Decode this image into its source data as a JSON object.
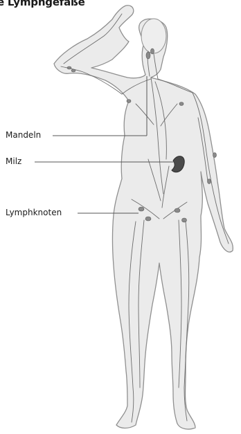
{
  "diagram": {
    "title": "ie Lymphgefäße",
    "labels": {
      "tonsils": "Mandeln",
      "spleen": "Milz",
      "lymph_nodes": "Lymphknoten"
    }
  },
  "colors": {
    "outline": "#8f8f8f",
    "skin": "#e9e9e9",
    "vessels": "#6c6c6c",
    "spleen": "#4a4a4a",
    "leader": "#555555"
  }
}
